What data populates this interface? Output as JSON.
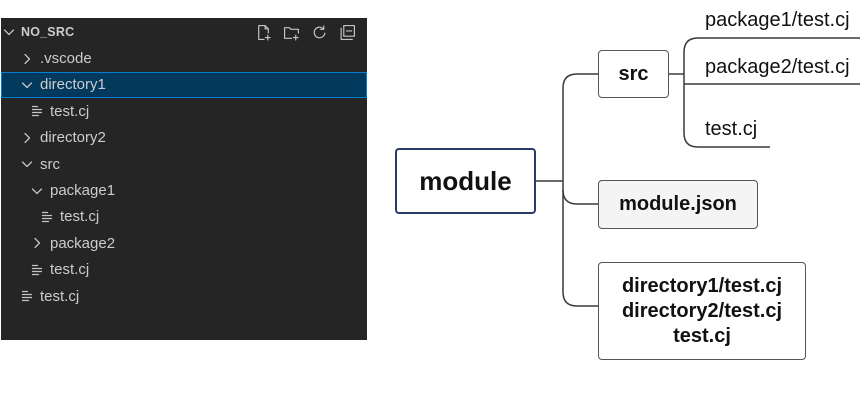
{
  "explorer": {
    "section_title": "NO_SRC",
    "section_expanded": true,
    "actions": [
      {
        "icon": "new-file-icon"
      },
      {
        "icon": "new-folder-icon"
      },
      {
        "icon": "refresh-icon"
      },
      {
        "icon": "collapse-all-icon"
      }
    ],
    "tree": [
      {
        "label": ".vscode",
        "icon": "chevron-right-icon",
        "expanded": false
      },
      {
        "label": "directory1",
        "icon": "chevron-down-icon",
        "expanded": true,
        "selected": true,
        "children": [
          {
            "label": "test.cj",
            "icon": "file-lines-icon"
          }
        ]
      },
      {
        "label": "directory2",
        "icon": "chevron-right-icon",
        "expanded": false
      },
      {
        "label": "src",
        "icon": "chevron-down-icon",
        "expanded": true,
        "children": [
          {
            "label": "package1",
            "icon": "chevron-down-icon",
            "expanded": true,
            "children": [
              {
                "label": "test.cj",
                "icon": "file-lines-icon"
              }
            ]
          },
          {
            "label": "package2",
            "icon": "chevron-right-icon",
            "expanded": false
          },
          {
            "label": "test.cj",
            "icon": "file-lines-icon"
          }
        ]
      },
      {
        "label": "test.cj",
        "icon": "file-lines-icon"
      }
    ]
  },
  "mindmap": {
    "root": "module",
    "branches": [
      {
        "label": "src",
        "children": [
          "package1/test.cj",
          "package2/test.cj",
          "test.cj"
        ]
      },
      {
        "label": "module.json"
      },
      {
        "lines": [
          "directory1/test.cj",
          "directory2/test.cj",
          "test.cj"
        ]
      }
    ]
  },
  "colors": {
    "explorer_background": "#252526",
    "explorer_text": "#CCCCCC",
    "selection_background": "#04395E",
    "selection_border": "#007FD4",
    "root_border": "#2C3A6B",
    "node_border": "#555555",
    "json_node_fill": "#F4F4F4",
    "connector": "#3A3A3A"
  }
}
